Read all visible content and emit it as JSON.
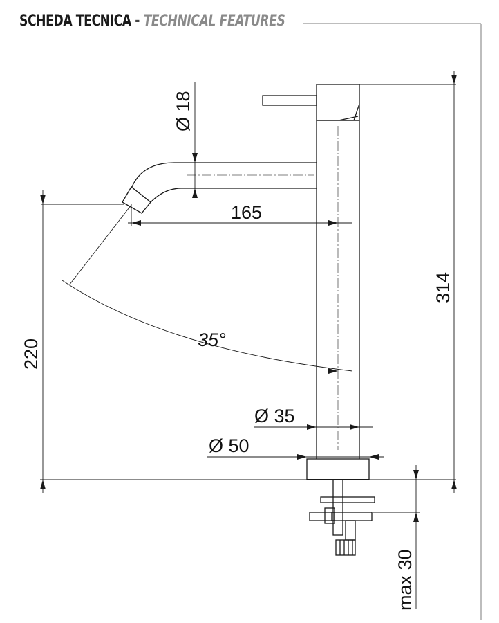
{
  "header": {
    "title_it": "SCHEDA TECNICA",
    "separator": " - ",
    "title_en": "TECHNICAL FEATURES"
  },
  "dimensions": {
    "spout_diameter": "Ø 18",
    "spout_reach": "165",
    "total_height": "314",
    "spout_height": "220",
    "angle": "35°",
    "body_diameter": "Ø 35",
    "base_diameter": "Ø 50",
    "max_thickness": "max 30"
  }
}
